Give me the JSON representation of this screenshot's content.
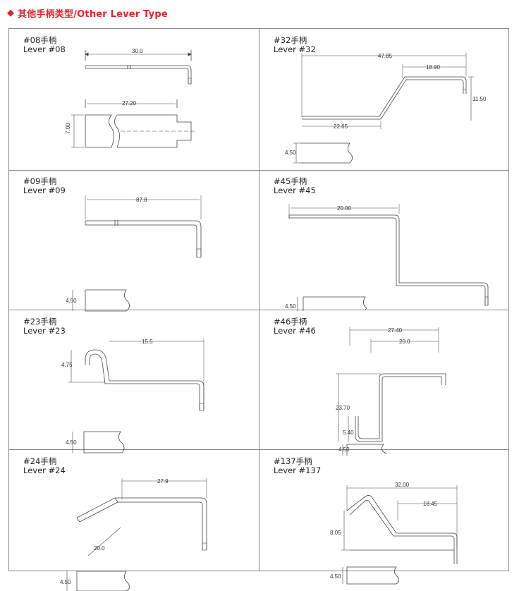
{
  "header": {
    "icon": "diamond-icon",
    "title": "其他手柄类型/Other Lever Type",
    "accent_color": "#e0242b"
  },
  "levers": [
    {
      "code": "#08手柄",
      "name": "Lever #08",
      "dims": [
        "30.0",
        "27.20",
        "7.00"
      ]
    },
    {
      "code": "#32手柄",
      "name": "Lever #32",
      "dims": [
        "47.85",
        "18.90",
        "11.50",
        "22.65",
        "4.50"
      ]
    },
    {
      "code": "#09手柄",
      "name": "Lever #09",
      "dims": [
        "87.8",
        "4.50"
      ]
    },
    {
      "code": "#45手柄",
      "name": "Lever #45",
      "dims": [
        "20.00",
        "4.50"
      ]
    },
    {
      "code": "#23手柄",
      "name": "Lever #23",
      "dims": [
        "15.5",
        "4.75",
        "4.50"
      ]
    },
    {
      "code": "#46手柄",
      "name": "Lever #46",
      "dims": [
        "27.40",
        "20.0",
        "23.70",
        "5.40",
        "4.50"
      ]
    },
    {
      "code": "#24手柄",
      "name": "Lever #24",
      "dims": [
        "27.9",
        "20.0",
        "4.50"
      ]
    },
    {
      "code": "#137手柄",
      "name": "Lever #137",
      "dims": [
        "32.00",
        "18.45",
        "8.05",
        "4.50"
      ]
    }
  ]
}
